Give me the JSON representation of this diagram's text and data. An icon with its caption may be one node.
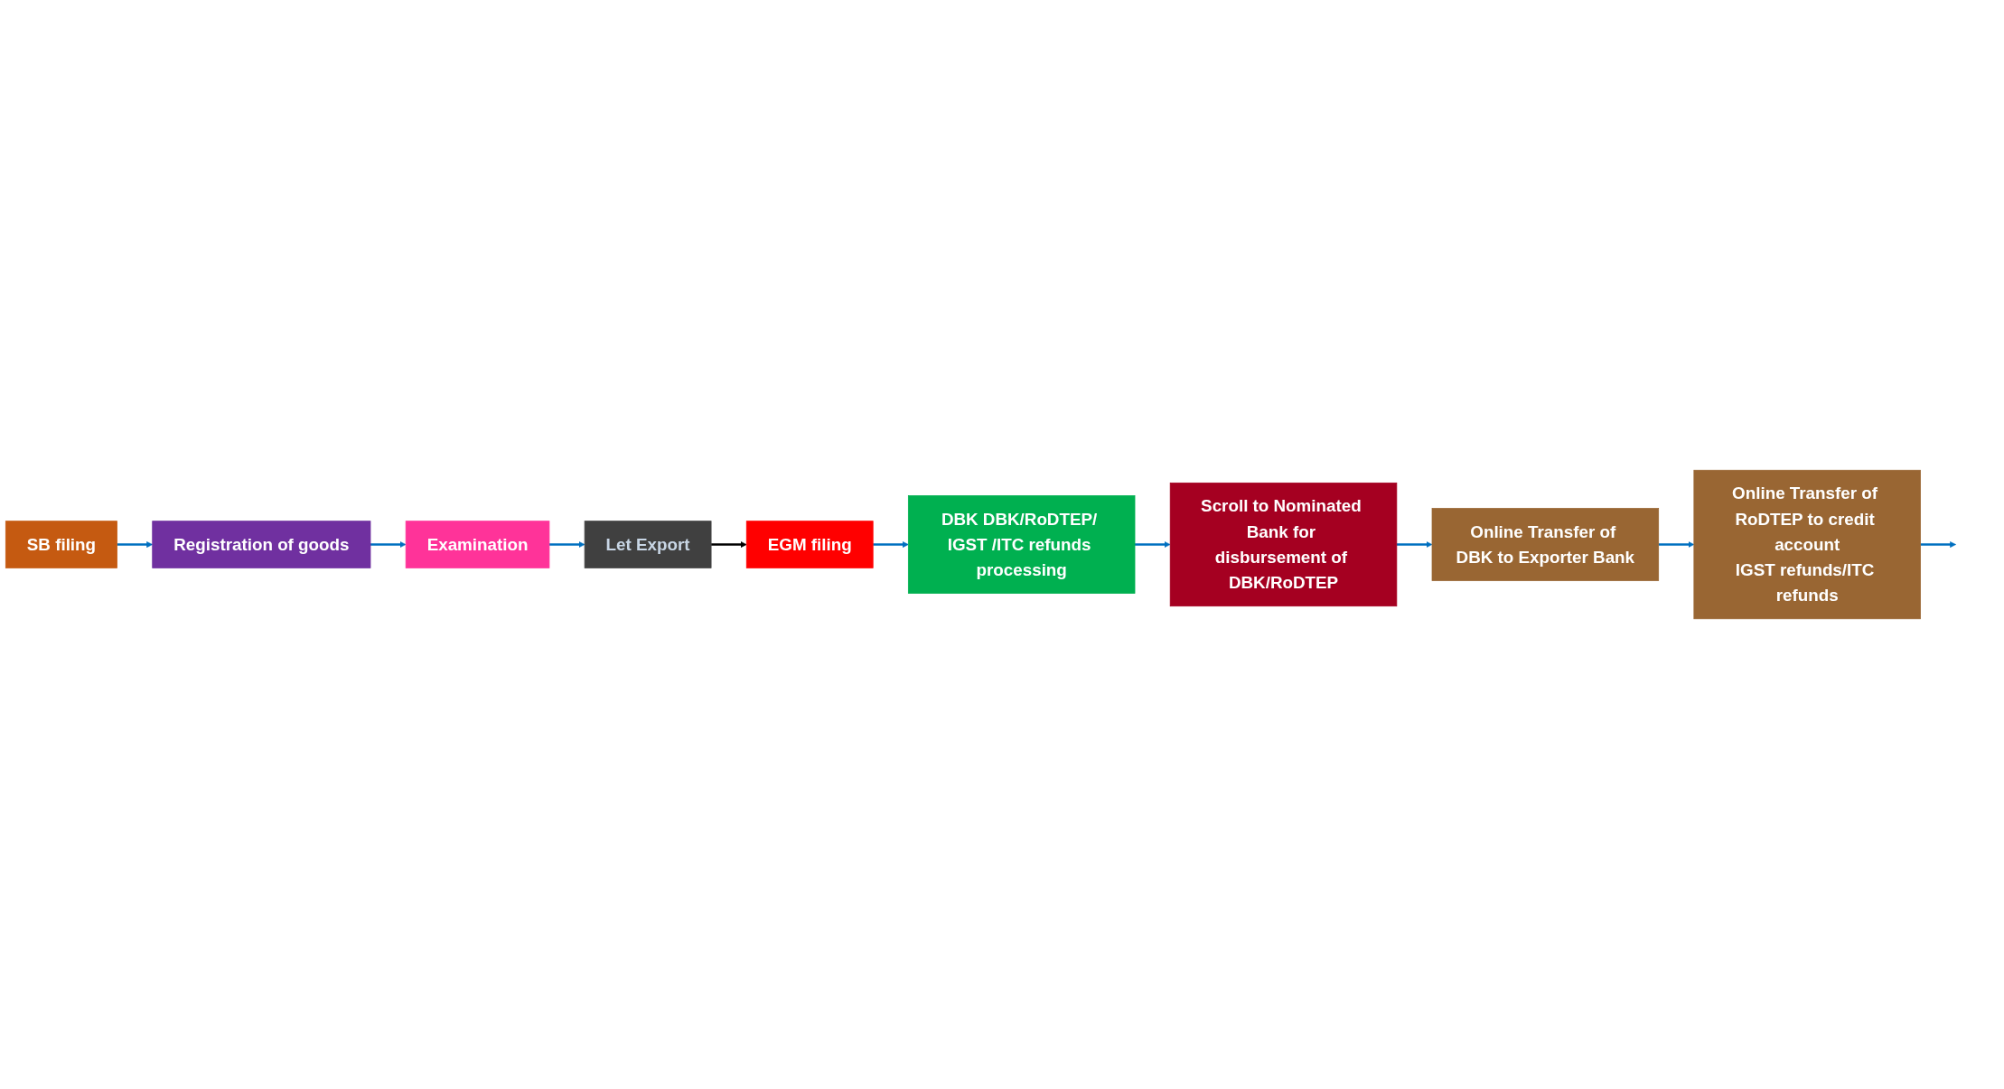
{
  "diagram": {
    "nodes": [
      {
        "text": [
          "SB filing"
        ]
      },
      {
        "text": [
          "Registration of goods"
        ]
      },
      {
        "text": [
          "Examination"
        ]
      },
      {
        "text": [
          "Let Export"
        ]
      },
      {
        "text": [
          "EGM filing"
        ]
      },
      {
        "text": [
          "DBK DBK/RoDTEP/ IGST /ITC refunds processing"
        ]
      },
      {
        "text": [
          "Scroll to Nominated Bank for disbursement of DBK/RoDTEP"
        ]
      },
      {
        "text": [
          "Online Transfer of DBK to Exporter Bank"
        ]
      },
      {
        "text": [
          "Online Transfer of RoDTEP to credit account",
          "IGST refunds/ITC refunds"
        ]
      }
    ],
    "edges": [
      {
        "from": 0,
        "to": 1,
        "arrow": "to"
      },
      {
        "from": 1,
        "to": 2,
        "arrow": "to"
      },
      {
        "from": 2,
        "to": 3,
        "arrow": "to"
      },
      {
        "from": 3,
        "to": 4,
        "arrow": "to",
        "color": "#000000"
      },
      {
        "from": 4,
        "to": 5,
        "arrow": "to"
      },
      {
        "from": 5,
        "to": 6,
        "arrow": "to"
      },
      {
        "from": 6,
        "to": 7,
        "arrow": "to"
      },
      {
        "from": 7,
        "to": 8,
        "arrow": "to"
      },
      {
        "from": 8,
        "to": null,
        "arrow": "to"
      }
    ]
  }
}
